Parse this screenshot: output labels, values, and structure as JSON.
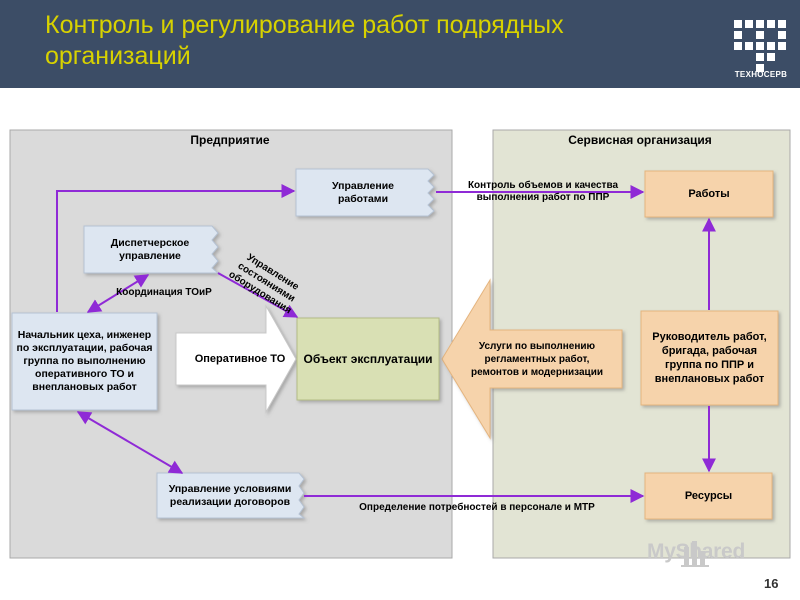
{
  "header": {
    "title": "Контроль и регулирование работ подрядных организаций",
    "logo_text": "ТЕХНОСЕРВ"
  },
  "diagram": {
    "panels": {
      "enterprise": "Предприятие",
      "service": "Сервисная организация"
    },
    "nodes": {
      "work_management": "Управление работами",
      "dispatch": "Диспетчерское управление",
      "head": "Начальник цеха, инженер по эксплуатации, рабочая группа по выполнению оперативного ТО и внеплановых работ",
      "object": "Объект эксплуатации",
      "operative_to": "Оперативное ТО",
      "contract_mgmt": "Управление условиями реализации договоров",
      "services": "Услуги по выполнению регламентных работ, ремонтов и модернизации",
      "works": "Работы",
      "supervisor": "Руководитель работ, бригада, рабочая группа по ППР и внеплановых работ",
      "resources": "Ресурсы"
    },
    "edges": {
      "control": "Контроль объемов и качества выполнения работ по ППР",
      "coordination": "Координация ТОиР",
      "state_mgmt": "Управление состояниями оборудования",
      "needs": "Определение потребностей в персонале и МТР"
    },
    "colors": {
      "header_bg": "#3c4d66",
      "title": "#d8d200",
      "enterprise_panel": "#dadada",
      "service_panel": "#e2e4d4",
      "enterprise_box": "#dde6f1",
      "object_box": "#d9e0b4",
      "service_box": "#f6d3ab",
      "arrow": "#8f2ad6"
    }
  },
  "watermark": "MyShared",
  "page_number": "16"
}
